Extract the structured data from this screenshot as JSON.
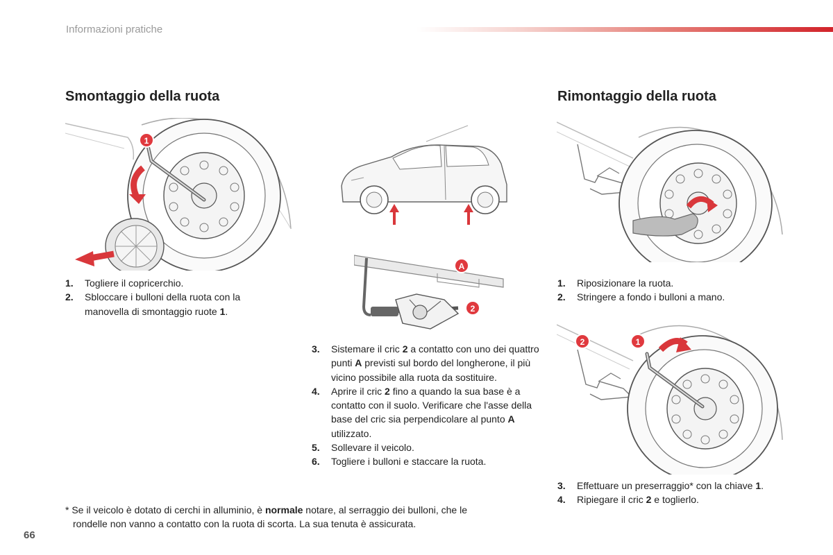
{
  "header": {
    "section": "Informazioni pratiche"
  },
  "page_number": "66",
  "left": {
    "title": "Smontaggio della ruota",
    "steps": [
      {
        "num": "1.",
        "parts": [
          "Togliere il copricerchio."
        ]
      },
      {
        "num": "2.",
        "parts": [
          "Sbloccare i bulloni della ruota con la manovella di smontaggio ruote ",
          "1",
          "."
        ]
      }
    ]
  },
  "middle": {
    "steps": [
      {
        "num": "3.",
        "parts": [
          "Sistemare il cric ",
          "2",
          " a contatto con uno dei quattro punti ",
          "A",
          " previsti sul bordo del longherone, il più vicino possibile alla ruota da sostituire."
        ]
      },
      {
        "num": "4.",
        "parts": [
          "Aprire il cric ",
          "2",
          " fino a quando la sua base è a contatto con il suolo. Verificare che l'asse della base del cric sia perpendicolare al punto ",
          "A",
          " utilizzato."
        ]
      },
      {
        "num": "5.",
        "parts": [
          "Sollevare il veicolo."
        ]
      },
      {
        "num": "6.",
        "parts": [
          "Togliere i bulloni e staccare la ruota."
        ]
      }
    ]
  },
  "right": {
    "title": "Rimontaggio della ruota",
    "steps_top": [
      {
        "num": "1.",
        "parts": [
          "Riposizionare la ruota."
        ]
      },
      {
        "num": "2.",
        "parts": [
          "Stringere a fondo i bulloni a mano."
        ]
      }
    ],
    "steps_bottom": [
      {
        "num": "3.",
        "parts": [
          "Effettuare un preserraggio* con la chiave ",
          "1",
          "."
        ]
      },
      {
        "num": "4.",
        "parts": [
          "Ripiegare il cric ",
          "2",
          " e toglierlo."
        ]
      }
    ]
  },
  "footnote": {
    "prefix": "* ",
    "text_before": "Se il veicolo è dotato di cerchi in alluminio, è ",
    "bold": "normale",
    "text_after": " notare, al serraggio dei bulloni, che le",
    "line2": "rondelle non vanno a contatto con la ruota di scorta. La sua tenuta è assicurata."
  },
  "callouts": {
    "one": "1",
    "two": "2",
    "a": "A"
  },
  "colors": {
    "accent_red": "#d2232a",
    "callout_red": "#e0393e",
    "arrow_red": "#d9373b",
    "line_gray": "#777777",
    "light_gray": "#c8c8c8"
  }
}
